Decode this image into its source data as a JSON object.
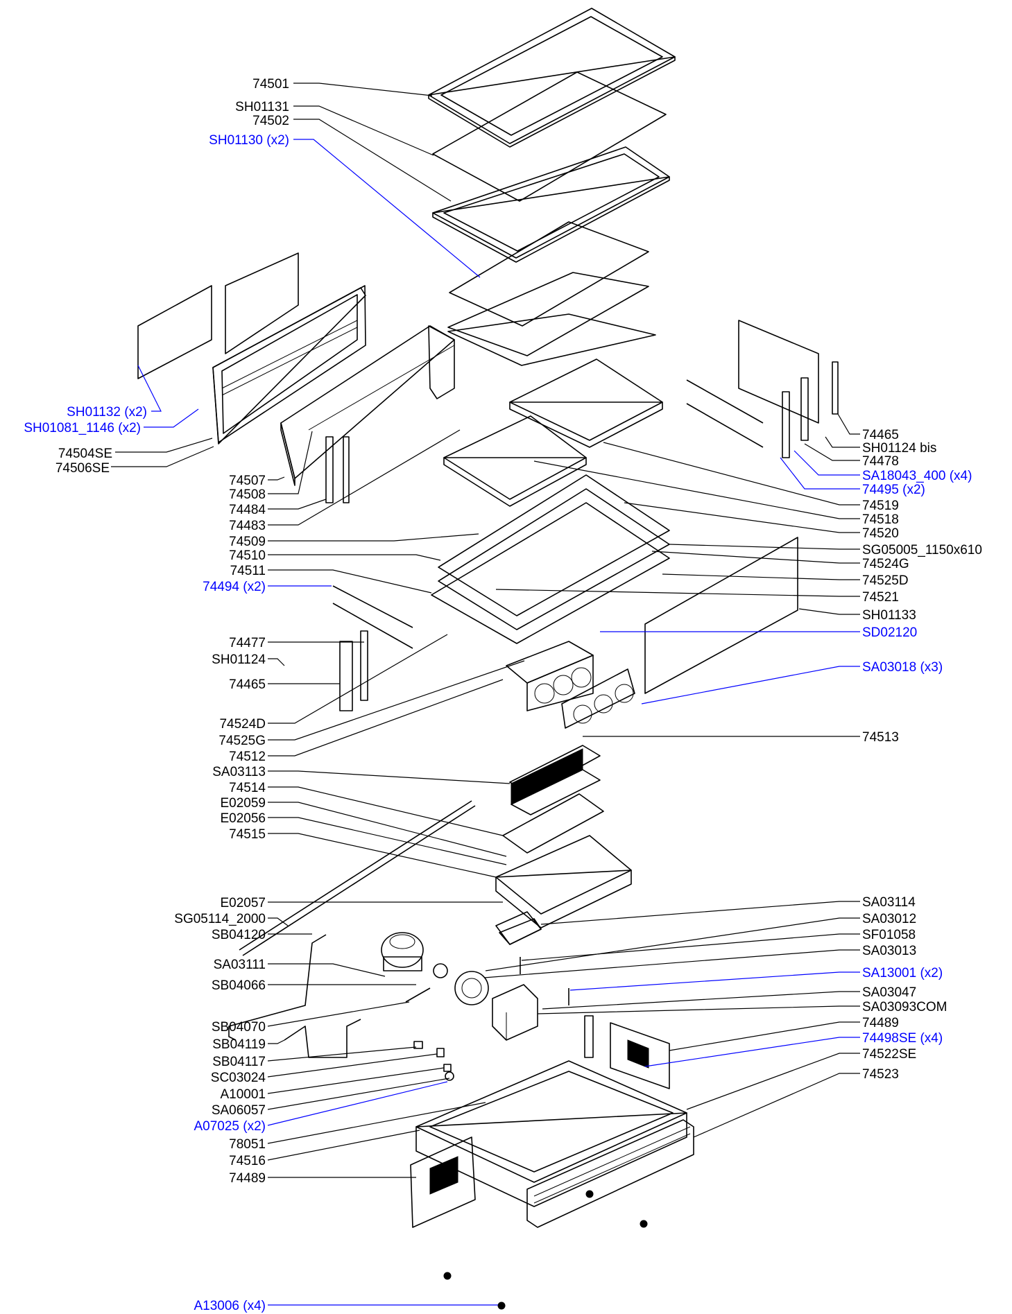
{
  "figure": {
    "colors": {
      "standard": "#000000",
      "multi_quantity": "#0000ff"
    },
    "labels": [
      {
        "id": "l-74501",
        "text": "74501",
        "color": "black"
      },
      {
        "id": "l-SH01131",
        "text": "SH01131",
        "color": "black"
      },
      {
        "id": "l-74502",
        "text": "74502",
        "color": "black"
      },
      {
        "id": "l-SH01130",
        "text": "SH01130  (x2)",
        "color": "blue"
      },
      {
        "id": "l-SH01132",
        "text": "SH01132  (x2)",
        "color": "blue"
      },
      {
        "id": "l-SH01081",
        "text": "SH01081_1146  (x2)",
        "color": "blue"
      },
      {
        "id": "l-74504SE",
        "text": "74504SE",
        "color": "black"
      },
      {
        "id": "l-74506SE",
        "text": "74506SE",
        "color": "black"
      },
      {
        "id": "l-74507",
        "text": "74507",
        "color": "black"
      },
      {
        "id": "l-74508",
        "text": "74508",
        "color": "black"
      },
      {
        "id": "l-74484",
        "text": "74484",
        "color": "black"
      },
      {
        "id": "l-74483",
        "text": "74483",
        "color": "black"
      },
      {
        "id": "l-74509",
        "text": "74509",
        "color": "black"
      },
      {
        "id": "l-74510",
        "text": "74510",
        "color": "black"
      },
      {
        "id": "l-74511",
        "text": "74511",
        "color": "black"
      },
      {
        "id": "l-74494",
        "text": "74494  (x2)",
        "color": "blue"
      },
      {
        "id": "l-74477",
        "text": "74477",
        "color": "black"
      },
      {
        "id": "l-SH01124",
        "text": "SH01124",
        "color": "black"
      },
      {
        "id": "l-74465L",
        "text": "74465",
        "color": "black"
      },
      {
        "id": "l-74524D",
        "text": "74524D",
        "color": "black"
      },
      {
        "id": "l-74525G",
        "text": "74525G",
        "color": "black"
      },
      {
        "id": "l-74512",
        "text": "74512",
        "color": "black"
      },
      {
        "id": "l-SA03113",
        "text": "SA03113",
        "color": "black"
      },
      {
        "id": "l-74514",
        "text": "74514",
        "color": "black"
      },
      {
        "id": "l-E02059",
        "text": "E02059",
        "color": "black"
      },
      {
        "id": "l-E02056",
        "text": "E02056",
        "color": "black"
      },
      {
        "id": "l-74515",
        "text": "74515",
        "color": "black"
      },
      {
        "id": "l-E02057",
        "text": "E02057",
        "color": "black"
      },
      {
        "id": "l-SG05114",
        "text": "SG05114_2000",
        "color": "black"
      },
      {
        "id": "l-SB04120",
        "text": "SB04120",
        "color": "black"
      },
      {
        "id": "l-SA03111",
        "text": "SA03111",
        "color": "black"
      },
      {
        "id": "l-SB04066",
        "text": "SB04066",
        "color": "black"
      },
      {
        "id": "l-SB04070",
        "text": "SB04070",
        "color": "black"
      },
      {
        "id": "l-SB04119",
        "text": "SB04119",
        "color": "black"
      },
      {
        "id": "l-SB04117",
        "text": "SB04117",
        "color": "black"
      },
      {
        "id": "l-SC03024",
        "text": "SC03024",
        "color": "black"
      },
      {
        "id": "l-A10001",
        "text": "A10001",
        "color": "black"
      },
      {
        "id": "l-SA06057",
        "text": "SA06057",
        "color": "black"
      },
      {
        "id": "l-A07025",
        "text": "A07025  (x2)",
        "color": "blue"
      },
      {
        "id": "l-78051",
        "text": "78051",
        "color": "black"
      },
      {
        "id": "l-74516",
        "text": "74516",
        "color": "black"
      },
      {
        "id": "l-74489L",
        "text": "74489",
        "color": "black"
      },
      {
        "id": "l-A13006",
        "text": "A13006  (x4)",
        "color": "blue"
      },
      {
        "id": "l-74465R",
        "text": "74465",
        "color": "black"
      },
      {
        "id": "l-SH01124bis",
        "text": "SH01124 bis",
        "color": "black"
      },
      {
        "id": "l-74478",
        "text": "74478",
        "color": "black"
      },
      {
        "id": "l-SA18043",
        "text": "SA18043_400  (x4)",
        "color": "blue"
      },
      {
        "id": "l-74495",
        "text": "74495  (x2)",
        "color": "blue"
      },
      {
        "id": "l-74519",
        "text": "74519",
        "color": "black"
      },
      {
        "id": "l-74518",
        "text": "74518",
        "color": "black"
      },
      {
        "id": "l-74520",
        "text": "74520",
        "color": "black"
      },
      {
        "id": "l-SG05005",
        "text": "SG05005_1150x610",
        "color": "black"
      },
      {
        "id": "l-74524G",
        "text": "74524G",
        "color": "black"
      },
      {
        "id": "l-74525D",
        "text": "74525D",
        "color": "black"
      },
      {
        "id": "l-74521",
        "text": "74521",
        "color": "black"
      },
      {
        "id": "l-SH01133",
        "text": "SH01133",
        "color": "black"
      },
      {
        "id": "l-SD02120",
        "text": "SD02120",
        "color": "blue"
      },
      {
        "id": "l-SA03018",
        "text": "SA03018  (x3)",
        "color": "blue"
      },
      {
        "id": "l-74513",
        "text": "74513",
        "color": "black"
      },
      {
        "id": "l-SA03114",
        "text": "SA03114",
        "color": "black"
      },
      {
        "id": "l-SA03012",
        "text": "SA03012",
        "color": "black"
      },
      {
        "id": "l-SF01058",
        "text": "SF01058",
        "color": "black"
      },
      {
        "id": "l-SA03013",
        "text": "SA03013",
        "color": "black"
      },
      {
        "id": "l-SA13001",
        "text": "SA13001  (x2)",
        "color": "blue"
      },
      {
        "id": "l-SA03047",
        "text": "SA03047",
        "color": "black"
      },
      {
        "id": "l-SA03093COM",
        "text": "SA03093COM",
        "color": "black"
      },
      {
        "id": "l-74489R",
        "text": "74489",
        "color": "black"
      },
      {
        "id": "l-74498SE",
        "text": "74498SE  (x4)",
        "color": "blue"
      },
      {
        "id": "l-74522SE",
        "text": "74522SE",
        "color": "black"
      },
      {
        "id": "l-74523",
        "text": "74523",
        "color": "black"
      }
    ]
  }
}
